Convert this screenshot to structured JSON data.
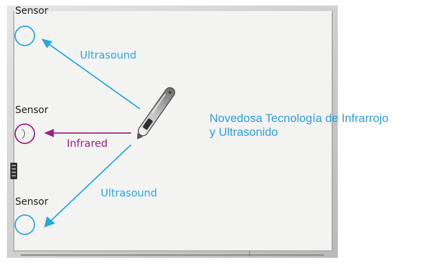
{
  "colors": {
    "ultrasound": "#27a7e0",
    "infrared": "#9b1f88",
    "tech_text": "#2c9fd9",
    "frame": "#c9c9c9",
    "board": "#f3f3f1"
  },
  "sensors": {
    "top": {
      "label": "Sensor",
      "icon": "sensor-circle"
    },
    "middle": {
      "label": "Sensor",
      "icon": "sensor-circle-infrared"
    },
    "bottom": {
      "label": "Sensor",
      "icon": "sensor-circle"
    }
  },
  "arrows": {
    "ultrasound_top": {
      "label": "Ultrasound"
    },
    "infrared": {
      "label": "Infrared"
    },
    "ultrasound_bottom": {
      "label": "Ultrasound"
    }
  },
  "technology": {
    "line1": "Novedosa Tecnología de Infrarrojo",
    "line2": "y Ultrasonido"
  },
  "icons": {
    "pen": "digital-pen-icon",
    "side_panel": "control-panel-icon"
  }
}
